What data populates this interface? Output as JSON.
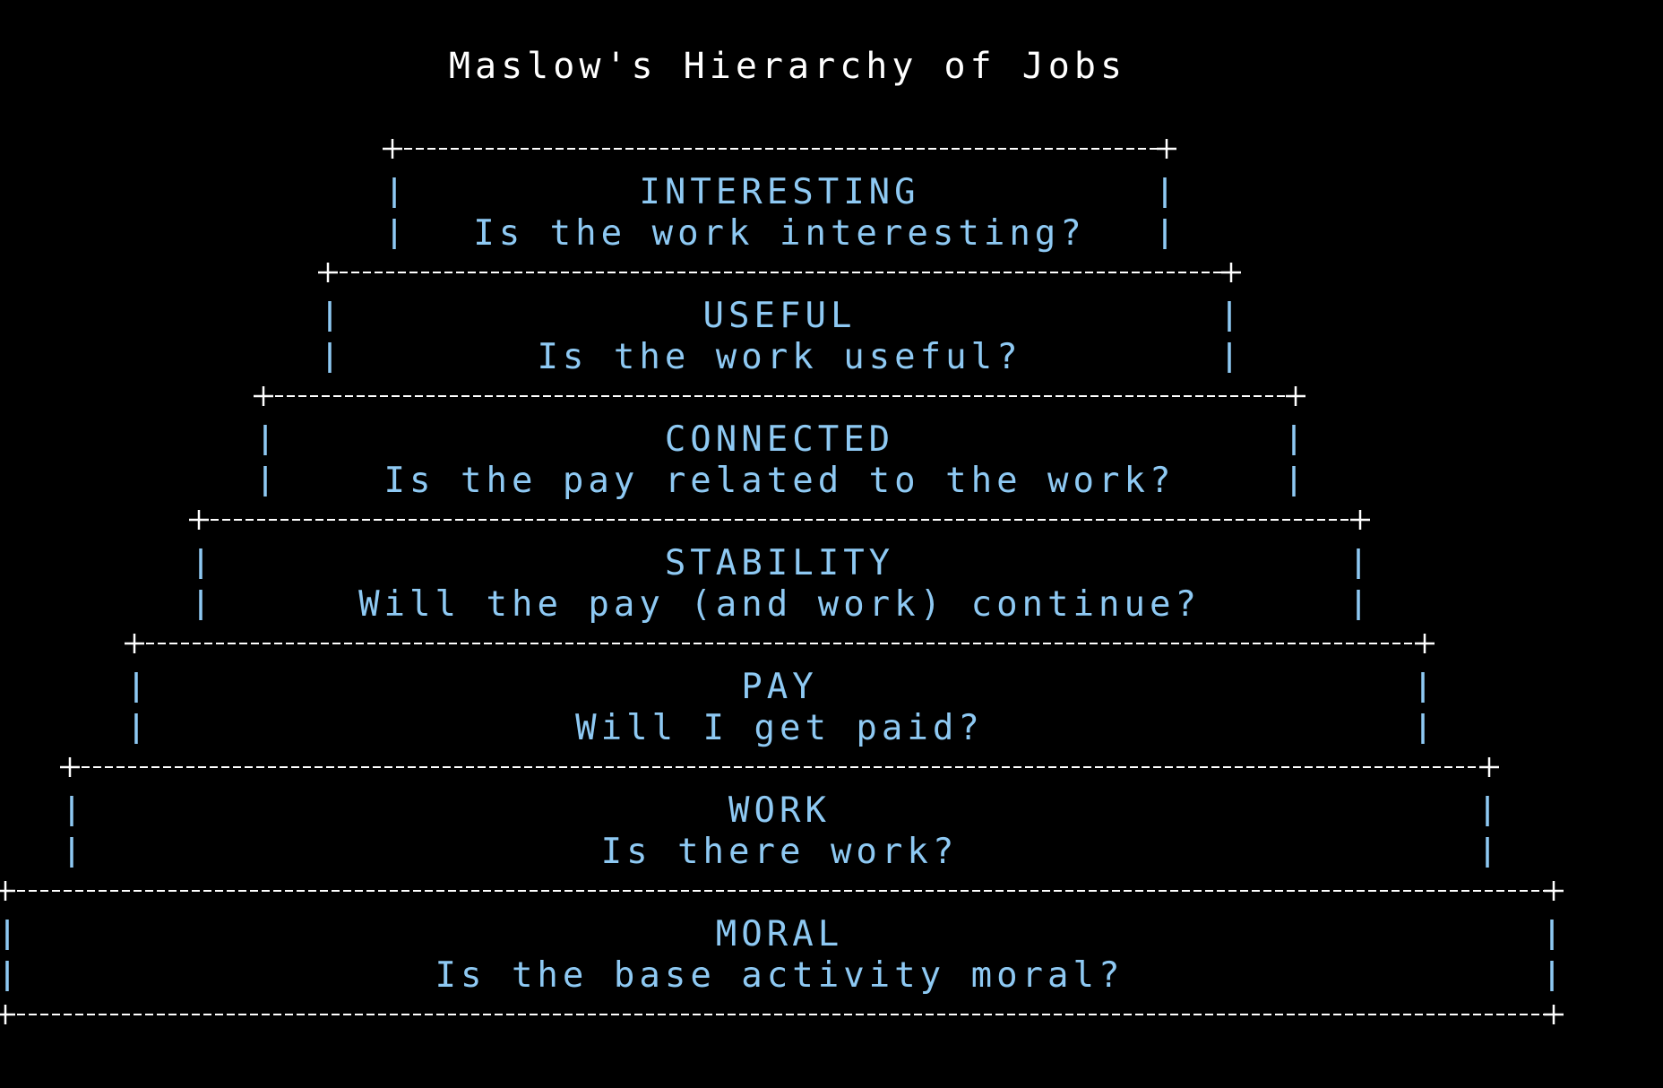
{
  "title": "Maslow's Hierarchy of Jobs",
  "tiers": [
    {
      "name": "INTERESTING",
      "question": "Is the work interesting?"
    },
    {
      "name": "USEFUL",
      "question": "Is the work useful?"
    },
    {
      "name": "CONNECTED",
      "question": "Is the pay related to the work?"
    },
    {
      "name": "STABILITY",
      "question": "Will the pay (and work) continue?"
    },
    {
      "name": "PAY",
      "question": "Will I get paid?"
    },
    {
      "name": "WORK",
      "question": "Is there work?"
    },
    {
      "name": "MORAL",
      "question": "Is the base activity moral?"
    }
  ],
  "colors": {
    "background": "#000000",
    "title": "#ffffff",
    "tier_text": "#8ec9f3",
    "border": "#ffffff"
  }
}
